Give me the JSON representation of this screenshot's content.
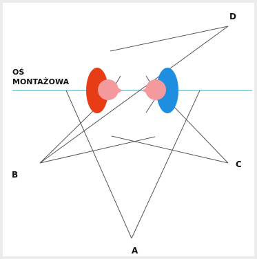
{
  "diagram": {
    "axis_label_line1": "OŚ",
    "axis_label_line2": "MONTAŻOWA",
    "point_labels": {
      "a": "A",
      "b": "B",
      "c": "C",
      "d": "D"
    },
    "colors": {
      "axis": "#8fd3ec",
      "left_ellipse": "#e73c16",
      "right_ellipse": "#1e8fe0",
      "inner_circle": "#f49a9c",
      "lines": "#555555"
    }
  }
}
